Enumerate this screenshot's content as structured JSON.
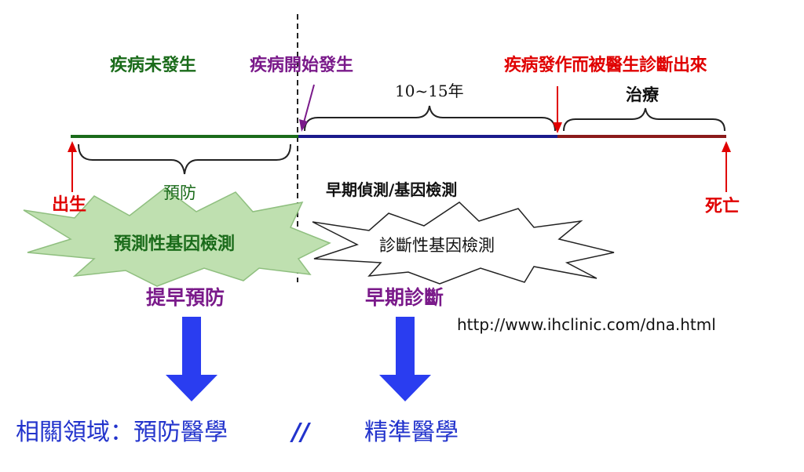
{
  "phases": {
    "pre_disease": "疾病未發生",
    "disease_onset": "疾病開始發生",
    "diagnosis": "疾病發作而被醫生診斷出來"
  },
  "durations": {
    "latency": "10~15年",
    "treatment": "治療"
  },
  "life_events": {
    "birth": "出生",
    "death": "死亡"
  },
  "stages": {
    "prevention": "預防",
    "early_detection": "早期偵測/基因檢測"
  },
  "bursts": {
    "predictive": "預測性基因檢測",
    "diagnostic": "診斷性基因檢測"
  },
  "outcomes": {
    "early_prevention": "提早預防",
    "early_diagnosis": "早期診斷"
  },
  "source_url": "http://www.ihclinic.com/dna.html",
  "fields": {
    "prefix": "相關領域：預防醫學",
    "separator": "//",
    "precision": "精準醫學"
  },
  "colors": {
    "green": "#1a6b1a",
    "purple": "#7a1a8a",
    "red": "#e00000",
    "navy": "#1a1a8c",
    "maroon": "#8b1a1a",
    "blue_arrow": "#2a3df0",
    "burst_green": "#bfe0b0"
  }
}
